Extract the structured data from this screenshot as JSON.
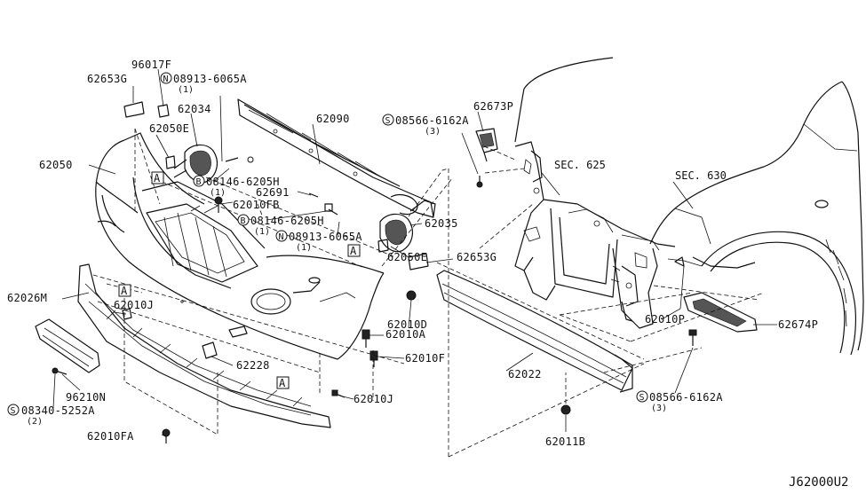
{
  "labels": {
    "p96017F": "96017F",
    "p62653G_top": "62653G",
    "p08913_top": "08913-6065A",
    "p08913_top_qty": "(1)",
    "p62034": "62034",
    "p62050E_top": "62050E",
    "p62050": "62050",
    "p08146_a": "08146-6205H",
    "p08146_a_qty": "(1)",
    "p62691": "62691",
    "p62010FB": "62010FB",
    "p08146_b": "08146-6205H",
    "p08146_b_qty": "(1)",
    "p62090": "62090",
    "p08566_top": "08566-6162A",
    "p08566_top_qty": "(3)",
    "p62673P": "62673P",
    "p62035": "62035",
    "p08913_mid": "08913-6065A",
    "p08913_mid_qty": "(1)",
    "p62050E_mid": "62050E",
    "p62653G_mid": "62653G",
    "sec625": "SEC. 625",
    "sec630": "SEC. 630",
    "p62026M": "62026M",
    "p62010J_left": "62010J",
    "p62010D": "62010D",
    "p62010A": "62010A",
    "p62010F": "62010F",
    "p62228": "62228",
    "p62022": "62022",
    "p62010P": "62010P",
    "p62674P": "62674P",
    "p62010J_right": "62010J",
    "p96210N": "96210N",
    "p08340": "08340-5252A",
    "p08340_qty": "(2)",
    "p08566_bot": "08566-6162A",
    "p08566_bot_qty": "(3)",
    "p62010FA": "62010FA",
    "p62011B": "62011B",
    "diagram_code": "J62000U2"
  },
  "markers": {
    "N": "N",
    "B": "B",
    "S": "S",
    "A": "A"
  }
}
